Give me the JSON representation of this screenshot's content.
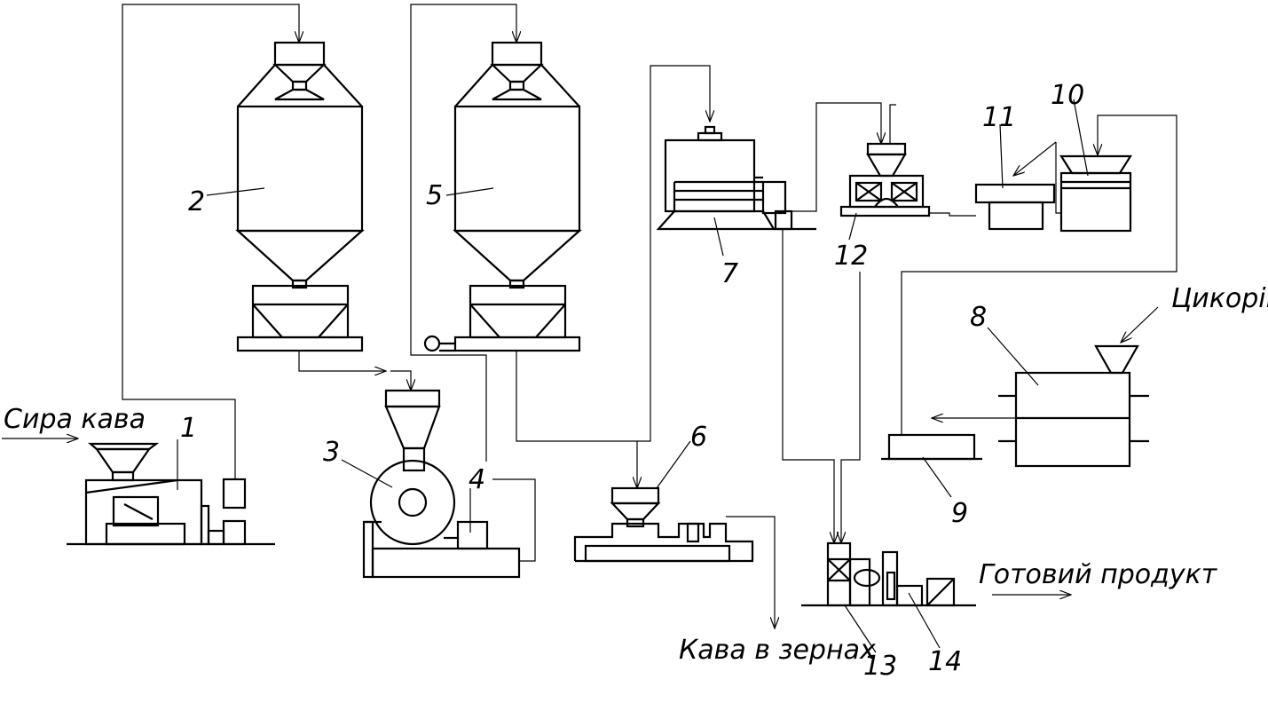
{
  "labels": {
    "n1": "1",
    "n2": "2",
    "n3": "3",
    "n4": "4",
    "n5": "5",
    "n6": "6",
    "n7": "7",
    "n8": "8",
    "n9": "9",
    "n10": "10",
    "n11": "11",
    "n12": "12",
    "n13": "13",
    "n14": "14"
  },
  "captions": {
    "raw_coffee": "Сира кава",
    "chicory": "Цикорій",
    "beans": "Кава в зернах",
    "product": "Готовий продукт"
  }
}
